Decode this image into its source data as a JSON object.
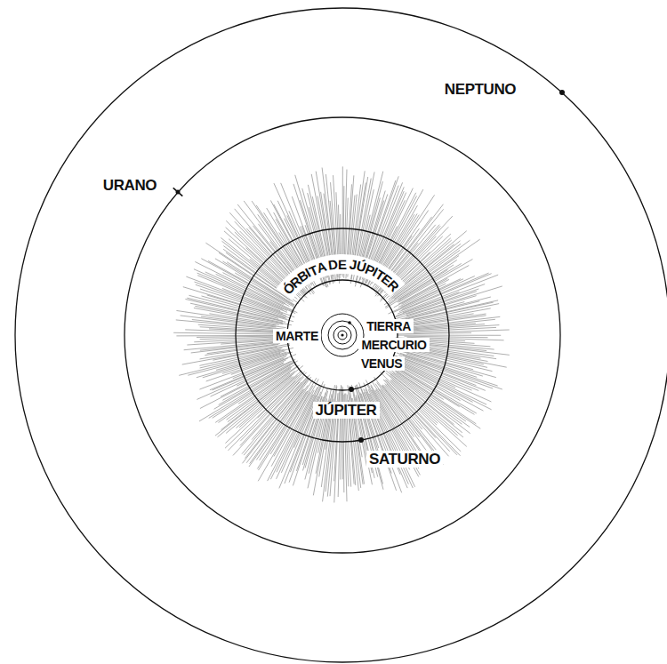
{
  "diagram": {
    "labels": [
      "NEPTUNO",
      "URANO",
      "ÓRBITA DE JÚPITER",
      "MARTE",
      "TIERRA",
      "MERCURIO",
      "VENUS",
      "JÚPITER",
      "SATURNO"
    ]
  }
}
